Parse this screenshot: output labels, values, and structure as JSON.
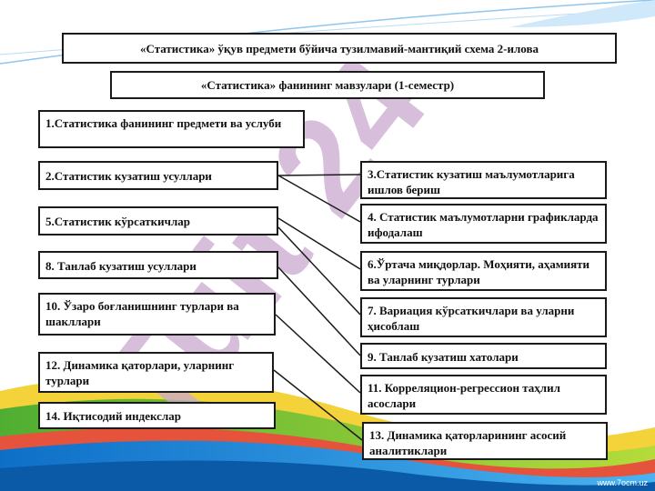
{
  "header": {
    "title": "«Статистика» ўқув предмети бўйича тузилмавий-мантиқий схема   2-илова",
    "subtitle": "«Статистика» фанининг мавзулари (1-семестр)"
  },
  "left_topics": [
    "1.Статистика фанининг  предмети ва услуби",
    "2.Статистик кузатиш усуллари",
    "5.Статистик кўрсаткичлар",
    "8. Танлаб кузатиш усуллари",
    "10. Ўзаро боғланишнинг турлари ва шакллари",
    "12. Динамика қаторлари, уларнинг турлари",
    "14. Иқтисодий индекслар"
  ],
  "right_topics": [
    "3.Статистик кузатиш маълумотларига ишлов бериш",
    "4. Статистик маълумотларни графикларда ифодалаш",
    "6.Ўртача миқдорлар. Моҳияти, аҳамияти ва уларнинг турлари",
    "7. Вариация кўрсаткичлари ва уларни ҳисоблаш",
    "9. Танлаб кузатиш хатолари",
    "11. Корреляцион-регрессион таҳлил асослари",
    "13. Динамика қаторларининг асосий аналитиклари"
  ],
  "watermark": {
    "diagonal": "Tuit 24",
    "corner": "www.7ocm.uz"
  },
  "colors": {
    "border": "#1a1a1a",
    "watermark": "#c9a9cf",
    "wave_green": "#7ac143",
    "wave_blue": "#1f7fd6"
  }
}
